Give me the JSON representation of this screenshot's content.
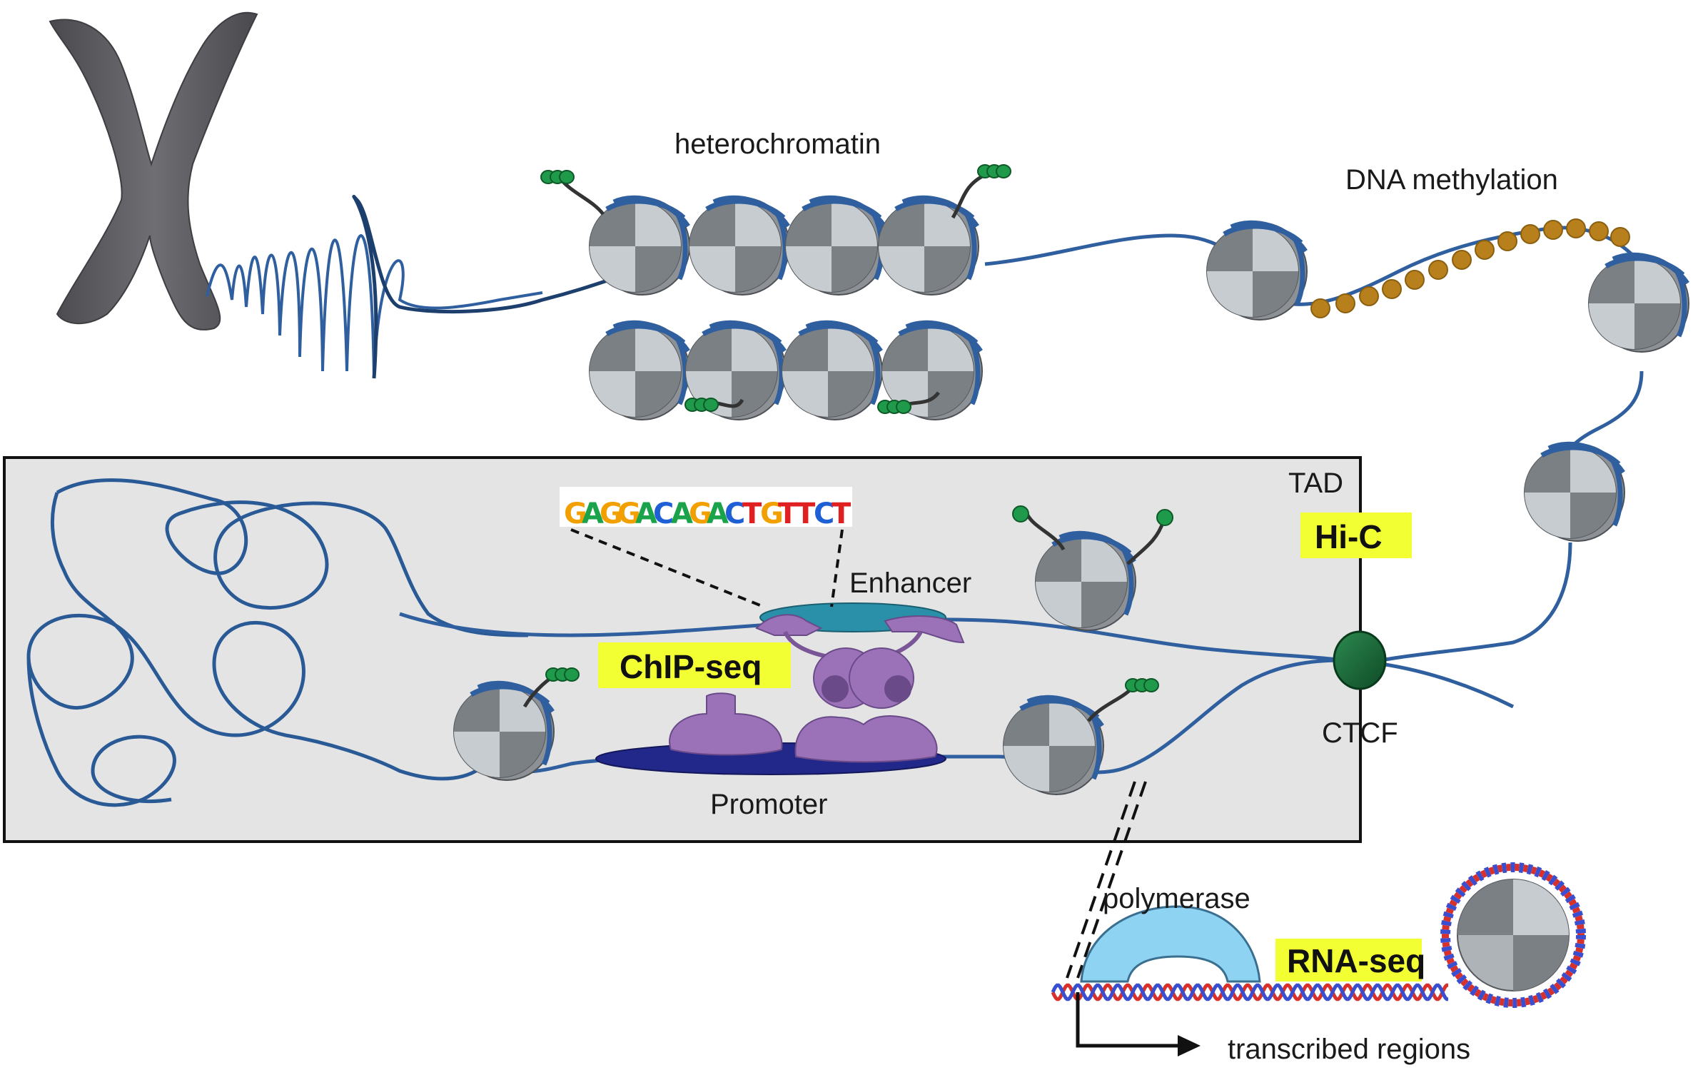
{
  "labels": {
    "heterochromatin": "heterochromatin",
    "dna_methylation": "DNA methylation",
    "tad": "TAD",
    "hic": "Hi-C",
    "enhancer": "Enhancer",
    "chipseq": "ChIP-seq",
    "promoter": "Promoter",
    "ctcf": "CTCF",
    "polymerase": "polymerase",
    "rnaseq": "RNA-seq",
    "transcribed": "transcribed regions"
  },
  "motif": {
    "top_row": [
      "G",
      "A",
      "G",
      "G",
      "A",
      "C",
      "A",
      "G",
      "A",
      "C",
      "T",
      "G",
      "T",
      "T",
      "C",
      "T"
    ],
    "colors": {
      "A": "#1aa34a",
      "C": "#1f5fd6",
      "G": "#f2a000",
      "T": "#e02020"
    }
  },
  "colors": {
    "dna": "#2f5f9e",
    "dna_dark": "#1c3f6e",
    "chromosome": "#5f5f63",
    "histone_light": "#b8bdc2",
    "histone_dark": "#6f7378",
    "mark_green": "#1f9a4a",
    "methyl": "#b8801c",
    "tad_box_fill": "#e4e4e4",
    "protein_purple": "#9b72b8",
    "enhancer_teal": "#2a8fa8",
    "promoter_navy": "#22278a",
    "ctcf_green": "#1c6b3a",
    "polymerase_blue": "#8fd3f2",
    "highlight_yellow": "#f2ff33",
    "rna_red": "#d8302a",
    "rna_blue": "#3a4fd0"
  }
}
